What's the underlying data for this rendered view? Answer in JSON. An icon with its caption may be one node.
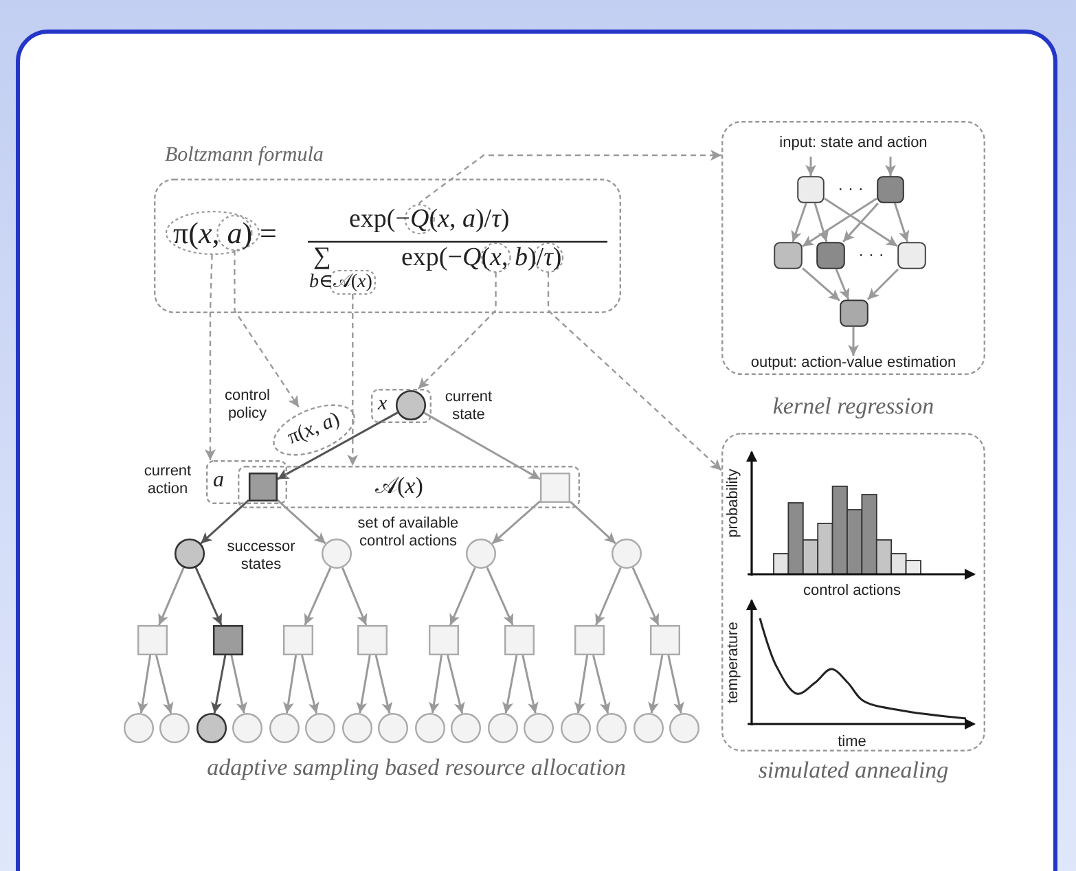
{
  "diagram": {
    "nodes": [
      {
        "text": [
          "Boltzmann formula",
          "π(*x*, *a*) =",
          "exp(−*Q*(*x*, *a*)/*τ*)",
          "∑",
          "exp(−*Q*(*x*, *b*)/*τ*)",
          "*b*∈𝒜(*x*)"
        ]
      },
      {
        "text": [
          "input: state and action",
          "output: action-value estimation",
          "kernel regression"
        ]
      },
      {
        "text": [],
        "shape": "box",
        "in": 1
      },
      {
        "text": [],
        "shape": "box",
        "in": 1
      },
      {
        "text": [],
        "shape": "box",
        "in": 1
      },
      {
        "text": [],
        "shape": "box",
        "in": 1
      },
      {
        "text": [],
        "shape": "box",
        "in": 1
      },
      {
        "text": [],
        "shape": "box",
        "in": 1
      },
      {
        "text": [
          "π(*x*, *a*)"
        ],
        "beside": [
          "control policy"
        ]
      },
      {
        "text": [
          "x"
        ],
        "beside": [
          "current state"
        ]
      },
      {
        "text": [],
        "shape": "circle",
        "in": 9
      },
      {
        "text": [
          "a"
        ],
        "beside": [
          "current action"
        ]
      },
      {
        "text": [
          "𝒜(*x*)"
        ],
        "beside": [
          "set of available control actions"
        ]
      },
      {
        "text": [],
        "shape": "box"
      },
      {
        "text": [],
        "shape": "box",
        "in": 12
      },
      {
        "text": [],
        "shape": "circle",
        "beside": [
          "successor states"
        ]
      },
      {
        "text": [],
        "shape": "circle"
      },
      {
        "text": [],
        "shape": "circle"
      },
      {
        "text": [],
        "shape": "circle"
      },
      {
        "text": [],
        "shape": "box"
      },
      {
        "text": [],
        "shape": "box"
      },
      {
        "text": [],
        "shape": "box"
      },
      {
        "text": [],
        "shape": "box"
      },
      {
        "text": [],
        "shape": "box"
      },
      {
        "text": [],
        "shape": "box"
      },
      {
        "text": [],
        "shape": "box"
      },
      {
        "text": [],
        "shape": "box"
      },
      {
        "text": [],
        "shape": "circle"
      },
      {
        "text": [],
        "shape": "circle"
      },
      {
        "text": [],
        "shape": "circle"
      },
      {
        "text": [],
        "shape": "circle"
      },
      {
        "text": [],
        "shape": "circle"
      },
      {
        "text": [],
        "shape": "circle"
      },
      {
        "text": [],
        "shape": "circle"
      },
      {
        "text": [],
        "shape": "circle"
      },
      {
        "text": [],
        "shape": "circle"
      },
      {
        "text": [],
        "shape": "circle"
      },
      {
        "text": [],
        "shape": "circle"
      },
      {
        "text": [],
        "shape": "circle"
      },
      {
        "text": [],
        "shape": "circle"
      },
      {
        "text": [],
        "shape": "circle"
      },
      {
        "text": [],
        "shape": "circle"
      },
      {
        "text": [],
        "shape": "circle"
      },
      {
        "text": [
          "probability",
          "control actions",
          "temperature",
          "time",
          "simulated annealing"
        ]
      }
    ],
    "edges": [
      {
        "from": 0,
        "to": 1,
        "arrow": "to",
        "style": "dashed"
      },
      {
        "from": 0,
        "to": 11,
        "arrow": "to",
        "style": "dashed"
      },
      {
        "from": 0,
        "to": 8,
        "arrow": "to",
        "style": "dashed"
      },
      {
        "from": 0,
        "to": 12,
        "arrow": "to",
        "style": "dashed"
      },
      {
        "from": 0,
        "to": 9,
        "arrow": "to",
        "style": "dashed"
      },
      {
        "from": 0,
        "to": 43,
        "arrow": "to",
        "style": "dashed"
      },
      {
        "from": null,
        "to": 2,
        "arrow": "to"
      },
      {
        "from": null,
        "to": 3,
        "arrow": "to"
      },
      {
        "from": 2,
        "to": 4,
        "arrow": "to"
      },
      {
        "from": 2,
        "to": 5,
        "arrow": "to"
      },
      {
        "from": 2,
        "to": 6,
        "arrow": "to"
      },
      {
        "from": 3,
        "to": 4,
        "arrow": "to"
      },
      {
        "from": 3,
        "to": 5,
        "arrow": "to"
      },
      {
        "from": 3,
        "to": 6,
        "arrow": "to"
      },
      {
        "from": 4,
        "to": 7,
        "arrow": "to"
      },
      {
        "from": 5,
        "to": 7,
        "arrow": "to"
      },
      {
        "from": 6,
        "to": 7,
        "arrow": "to"
      },
      {
        "from": 7,
        "to": null,
        "arrow": "to"
      },
      {
        "from": 10,
        "to": 13,
        "arrow": "to",
        "color": "#555555"
      },
      {
        "from": 10,
        "to": 14,
        "arrow": "to"
      },
      {
        "from": 13,
        "to": 15,
        "arrow": "to",
        "color": "#555555"
      },
      {
        "from": 13,
        "to": 16,
        "arrow": "to"
      },
      {
        "from": 14,
        "to": 17,
        "arrow": "to"
      },
      {
        "from": 14,
        "to": 18,
        "arrow": "to"
      },
      {
        "from": 15,
        "to": 19,
        "arrow": "to"
      },
      {
        "from": 15,
        "to": 20,
        "arrow": "to",
        "color": "#555555"
      },
      {
        "from": 16,
        "to": 21,
        "arrow": "to"
      },
      {
        "from": 16,
        "to": 22,
        "arrow": "to"
      },
      {
        "from": 17,
        "to": 23,
        "arrow": "to"
      },
      {
        "from": 17,
        "to": 24,
        "arrow": "to"
      },
      {
        "from": 18,
        "to": 25,
        "arrow": "to"
      },
      {
        "from": 18,
        "to": 26,
        "arrow": "to"
      },
      {
        "from": 19,
        "to": 27,
        "arrow": "to"
      },
      {
        "from": 19,
        "to": 28,
        "arrow": "to"
      },
      {
        "from": 20,
        "to": 29,
        "arrow": "to",
        "color": "#555555"
      },
      {
        "from": 20,
        "to": 30,
        "arrow": "to"
      },
      {
        "from": 21,
        "to": 31,
        "arrow": "to"
      },
      {
        "from": 21,
        "to": 32,
        "arrow": "to"
      },
      {
        "from": 22,
        "to": 33,
        "arrow": "to"
      },
      {
        "from": 22,
        "to": 34,
        "arrow": "to"
      },
      {
        "from": 23,
        "to": 35,
        "arrow": "to"
      },
      {
        "from": 23,
        "to": 36,
        "arrow": "to"
      },
      {
        "from": 24,
        "to": 37,
        "arrow": "to"
      },
      {
        "from": 24,
        "to": 38,
        "arrow": "to"
      },
      {
        "from": 25,
        "to": 39,
        "arrow": "to"
      },
      {
        "from": 25,
        "to": 40,
        "arrow": "to"
      },
      {
        "from": 26,
        "to": 41,
        "arrow": "to"
      },
      {
        "from": 26,
        "to": 42,
        "arrow": "to"
      }
    ],
    "labels": [
      "· · ·",
      "· · ·",
      "adaptive sampling based resource allocation"
    ]
  }
}
